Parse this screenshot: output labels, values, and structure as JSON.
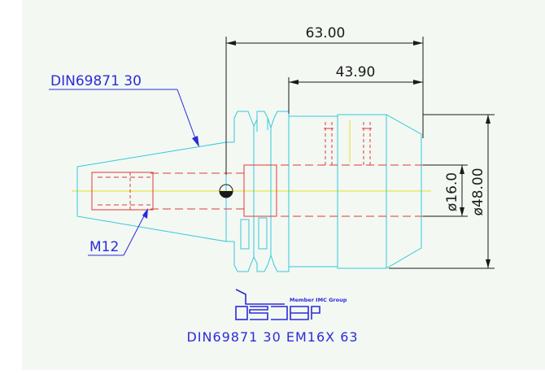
{
  "drawing": {
    "title": "DIN69871 30 EM16X 63",
    "labels": {
      "shank_standard": "DIN69871 30",
      "thread": "M12"
    },
    "dimensions": {
      "overall_length": "63.00",
      "body_length": "43.90",
      "bore_diameter": "ø16.0",
      "outer_diameter": "ø48.00"
    },
    "logo": {
      "tagline": "Member IMC Group",
      "brand": "ISCAR"
    },
    "colors": {
      "background_panel": "#f3f8f3",
      "outline": "#35c9d8",
      "hidden": "#e23a3a",
      "dimension": "#1a1a1a",
      "annotation": "#2b2bd9",
      "centerline": "#e8e02a"
    }
  }
}
